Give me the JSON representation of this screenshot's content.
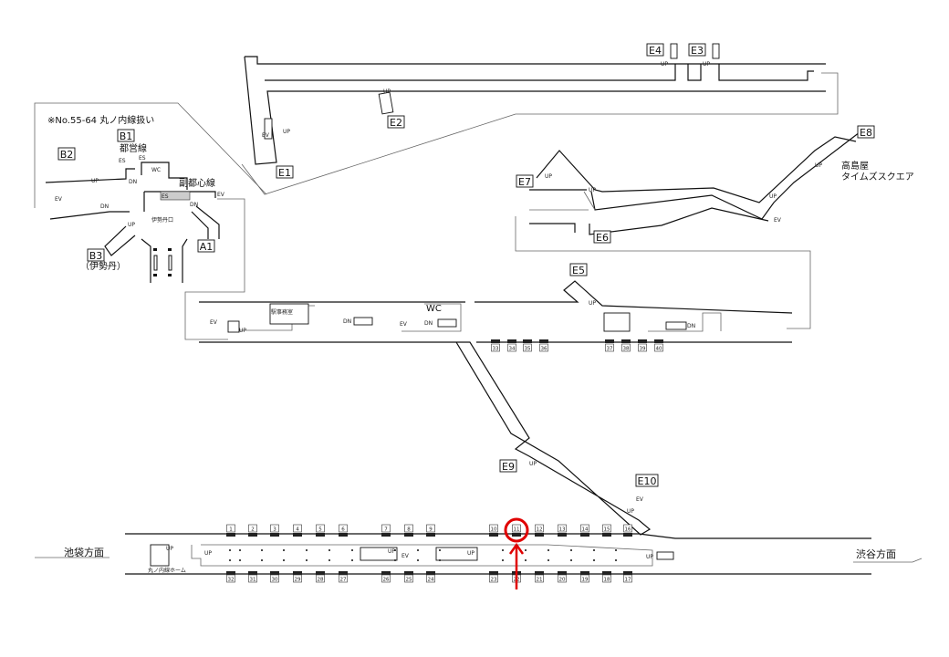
{
  "note": "※No.55-64 丸ノ内線扱い",
  "exits": {
    "B1": "B1",
    "B2": "B2",
    "B3": "B3",
    "A1": "A1",
    "E1": "E1",
    "E2": "E2",
    "E3": "E3",
    "E4": "E4",
    "E5": "E5",
    "E6": "E6",
    "E7": "E7",
    "E8": "E8",
    "E9": "E9",
    "E10": "E10"
  },
  "labels": {
    "toei": "都営線",
    "fukutoshin": "副都心線",
    "isetan": "（伊勢丹）",
    "isetan_gate": "伊勢丹口",
    "takashimaya_1": "高島屋",
    "takashimaya_2": "タイムズスクエア",
    "station_office": "駅事務室",
    "wc": "WC",
    "ev": "EV",
    "up": "UP",
    "dn": "DN",
    "es": "ES",
    "marunouchi_platform": "丸ノ内線ホーム",
    "ikebukuro": "池袋方面",
    "shibuya": "渋谷方面"
  },
  "platform_top_numbers": [
    "1",
    "2",
    "3",
    "4",
    "5",
    "6",
    "7",
    "8",
    "9",
    "10",
    "11",
    "12",
    "13",
    "14",
    "15",
    "16"
  ],
  "platform_bottom_numbers": [
    "32",
    "31",
    "30",
    "29",
    "28",
    "27",
    "26",
    "25",
    "24",
    "23",
    "22",
    "21",
    "20",
    "19",
    "18",
    "17"
  ],
  "concourse_numbers": [
    "33",
    "34",
    "35",
    "36",
    "37",
    "38",
    "39",
    "40"
  ],
  "highlight": {
    "position": "11",
    "color": "#e00000"
  }
}
